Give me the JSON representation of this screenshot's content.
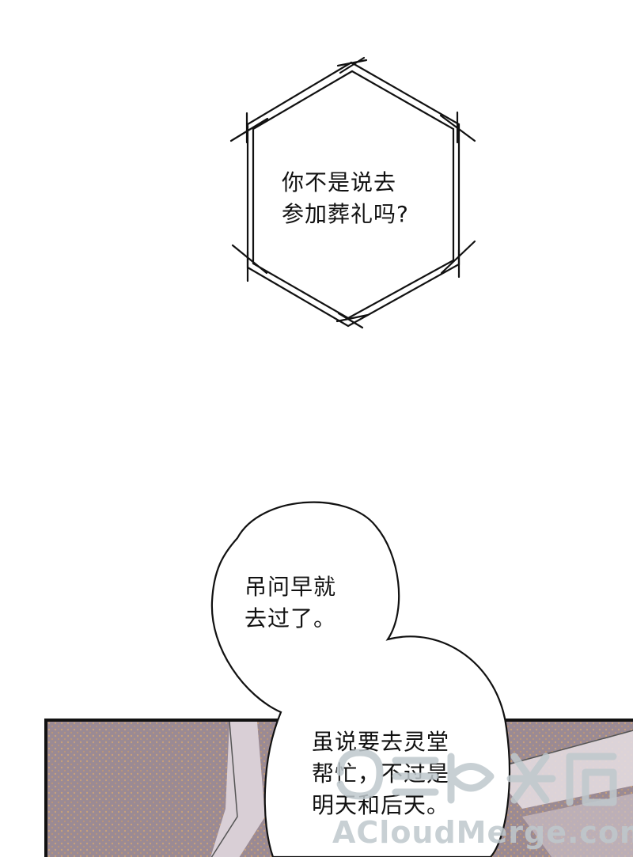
{
  "bubbles": {
    "hexagon": {
      "line1": "你不是说去",
      "line2": "参加葬礼吗?"
    },
    "cloud_top": {
      "line1": "吊问早就",
      "line2": "去过了。"
    },
    "cloud_bottom": {
      "line1": "虽说要去灵堂",
      "line2": "帮忙，不过是",
      "line3": "明天和后天。"
    }
  },
  "watermark": {
    "text": "ACloudMerge.com"
  },
  "colors": {
    "ink": "#111111",
    "panel_fabric": "#9a8a94",
    "panel_dots": "#c7a07a",
    "watermark": "#bec8cd"
  }
}
